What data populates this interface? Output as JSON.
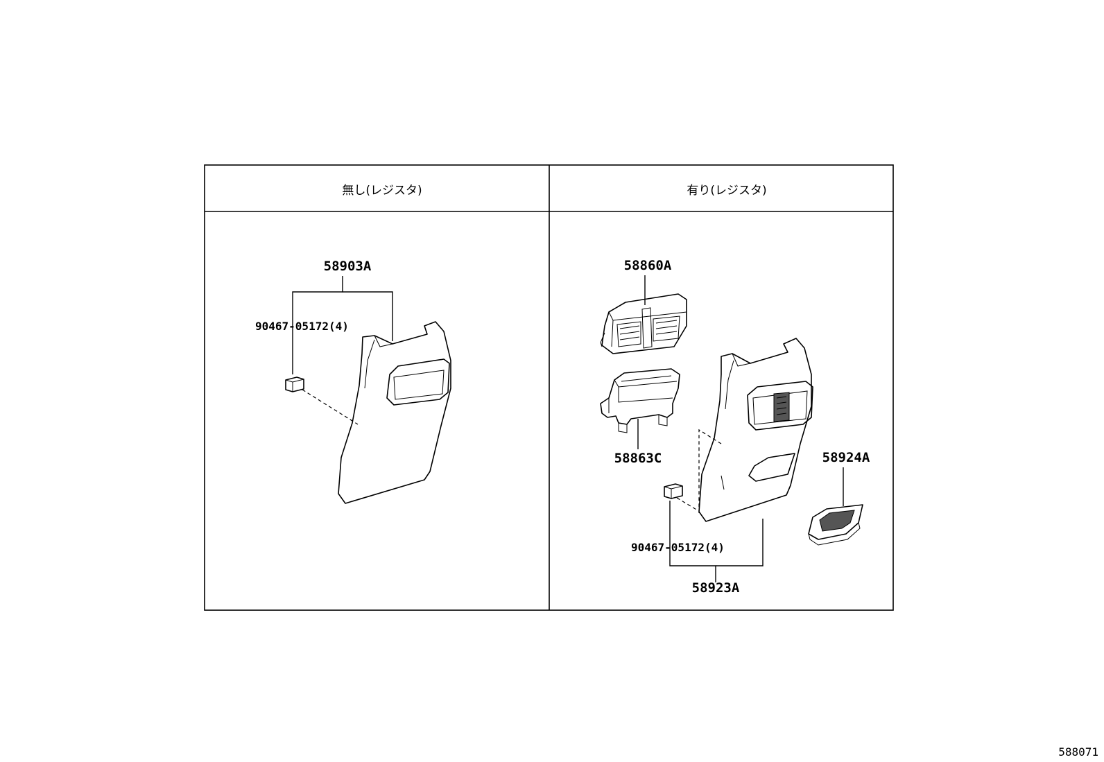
{
  "panels": [
    {
      "header": "無し(レジスタ)"
    },
    {
      "header": "有り(レジスタ)"
    }
  ],
  "parts": {
    "left_panel": {
      "panel_part": "58903A",
      "clip": "90467-05172(4)"
    },
    "right_panel": {
      "register": "58860A",
      "register_housing": "58863C",
      "outlet_bezel": "58924A",
      "panel_part": "58923A",
      "clip": "90467-05172(4)"
    }
  },
  "figure_number": "588071"
}
